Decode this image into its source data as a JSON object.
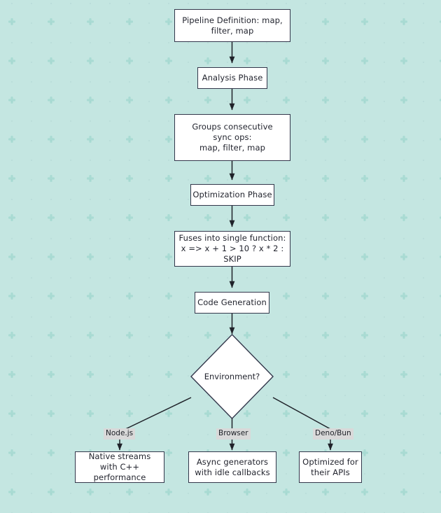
{
  "diagram": {
    "type": "flowchart",
    "direction": "top-down",
    "title": "Pipeline compilation flowchart",
    "theme": {
      "node_border": "#33374b",
      "node_fill": "#ffffff",
      "text_color": "#23252f",
      "edge_color": "#1f2229",
      "edge_label_bg": "#d9d9d9",
      "background": "#ffffff",
      "pattern_accent": "#93d1c8"
    },
    "nodes": [
      {
        "id": "pipeline-definition",
        "shape": "rect",
        "label": "Pipeline Definition: map,\nfilter, map"
      },
      {
        "id": "analysis-phase",
        "shape": "rect",
        "label": "Analysis Phase"
      },
      {
        "id": "groups-consecutive",
        "shape": "rect",
        "label": "Groups consecutive sync ops:\nmap, filter, map"
      },
      {
        "id": "optimization-phase",
        "shape": "rect",
        "label": "Optimization Phase"
      },
      {
        "id": "fuses-single-function",
        "shape": "rect",
        "label": "Fuses into single function:\nx => x + 1 > 10 ? x * 2 : SKIP"
      },
      {
        "id": "code-generation",
        "shape": "rect",
        "label": "Code Generation"
      },
      {
        "id": "environment-decision",
        "shape": "diamond",
        "label": "Environment?"
      },
      {
        "id": "node-js-output",
        "shape": "rect",
        "label": "Native streams\nwith C++ performance"
      },
      {
        "id": "browser-output",
        "shape": "rect",
        "label": "Async generators\nwith idle callbacks"
      },
      {
        "id": "deno-bun-output",
        "shape": "rect",
        "label": "Optimized for\ntheir APIs"
      }
    ],
    "edge_labels": [
      {
        "id": "edge-label-nodejs",
        "label": "Node.js"
      },
      {
        "id": "edge-label-browser",
        "label": "Browser"
      },
      {
        "id": "edge-label-denobun",
        "label": "Deno/Bun"
      }
    ]
  }
}
